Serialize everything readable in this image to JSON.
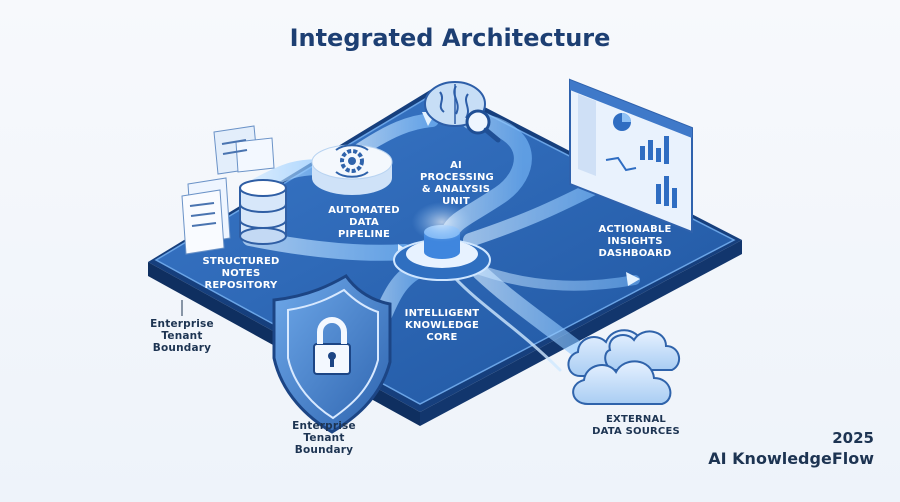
{
  "title": "Integrated Architecture",
  "labels": {
    "repository": "STRUCTURED NOTES REPOSITORY",
    "pipeline": "AUTOMATED DATA PIPELINE",
    "ai_unit": "AI PROCESSING & ANALYSIS UNIT",
    "core": "INTELLIGENT KNOWLEDGE CORE",
    "dashboard": "ACTIONABLE INSIGHTS DASHBOARD",
    "external": "EXTERNAL DATA SOURCES",
    "boundary_left": "Enterprise Tenant Boundary",
    "boundary_bottom": "Enterprise Tenant Boundary"
  },
  "brand": {
    "year": "2025",
    "name": "AI KnowledgeFlow"
  },
  "colors": {
    "platform_top": "#2a64b3",
    "platform_side": "#17407e",
    "flow": "#9fd0ff",
    "accent": "#1d3f73"
  },
  "icons": [
    "document-stack-icon",
    "database-icon",
    "gear-sync-icon",
    "brain-icon",
    "magnifier-icon",
    "shield-lock-icon",
    "cloud-icon",
    "dashboard-chart-icon"
  ]
}
